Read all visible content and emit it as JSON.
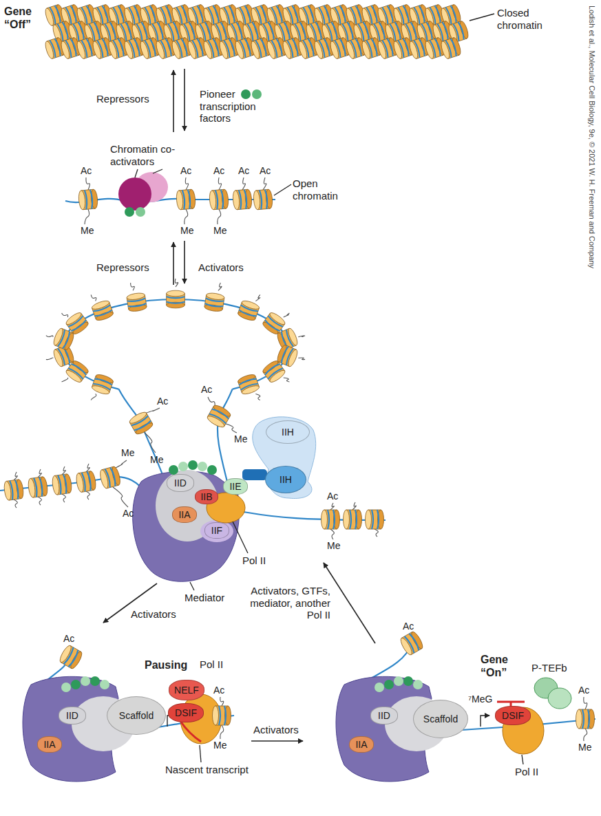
{
  "diagram": {
    "nodes": [
      {
        "text": [
          "IIH"
        ]
      },
      {
        "text": [
          "IID"
        ]
      },
      {
        "text": [
          "IIB"
        ]
      },
      {
        "text": [
          "IIE"
        ]
      },
      {
        "text": [
          "IIH"
        ]
      },
      {
        "text": [
          "IIA"
        ]
      },
      {
        "text": [
          "IIF"
        ]
      },
      {
        "text": [
          "IID"
        ]
      },
      {
        "text": [
          "Scaffold"
        ]
      },
      {
        "text": [
          "IIA"
        ]
      },
      {
        "text": [
          "NELF"
        ]
      },
      {
        "text": [
          "DSIF"
        ]
      },
      {
        "text": [
          "IID"
        ]
      },
      {
        "text": [
          "Scaffold"
        ]
      },
      {
        "text": [
          "IIA"
        ]
      },
      {
        "text": [
          "DSIF"
        ]
      }
    ],
    "labels": [
      "Gene “Off”",
      "Closed chromatin",
      "Repressors",
      "Pioneer transcription factors",
      "Chromatin co-activators",
      "Ac",
      "Ac",
      "Ac",
      "Ac",
      "Ac",
      "Me",
      "Me",
      "Me",
      "Open chromatin",
      "Repressors",
      "Activators",
      "Ac",
      "Ac",
      "Me",
      "Me",
      "Me",
      "Ac",
      "Ac",
      "Me",
      "Pol II",
      "Mediator",
      "Activators, GTFs, mediator, another Pol II",
      "Activators",
      "Ac",
      "Ac",
      "Pausing",
      "Pol II",
      "Ac",
      "Me",
      "Nascent transcript",
      "Activators",
      "Gene “On”",
      "P-TEFb",
      "⁷MeG",
      "Ac",
      "Me",
      "Pol II",
      "Lodish et al., Molecular Cell Biology, 9e, © 2021 W. H. Freeman and Company"
    ]
  }
}
